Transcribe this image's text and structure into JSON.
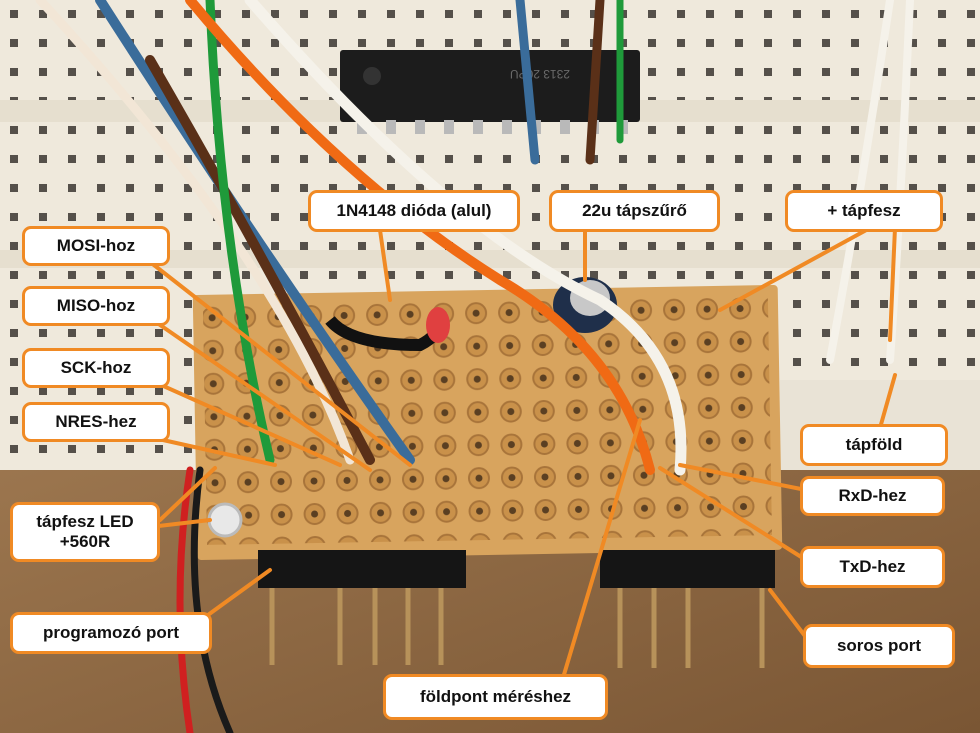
{
  "photo": {
    "subject": "prototype board",
    "colors": {
      "callout_border": "#f08a24",
      "callout_fill": "#ffffff",
      "label_text": "#111111",
      "pcb": "#d8a45e",
      "breadboard": "#efe9dc"
    }
  },
  "labels": {
    "diode": "1N4148 dióda (alul)",
    "cap": "22u tápszűrő",
    "vplus": "+ tápfesz",
    "mosi": "MOSI-hoz",
    "miso": "MISO-hoz",
    "sck": "SCK-hoz",
    "nres": "NRES-hez",
    "gnd": "tápföld",
    "rxd": "RxD-hez",
    "txd": "TxD-hez",
    "led": "tápfesz LED\n+560R",
    "prog_port": "programozó port",
    "serial_port": "soros port",
    "ground_point": "földpont méréshez"
  },
  "chip": {
    "marking": "2313 20PU"
  }
}
